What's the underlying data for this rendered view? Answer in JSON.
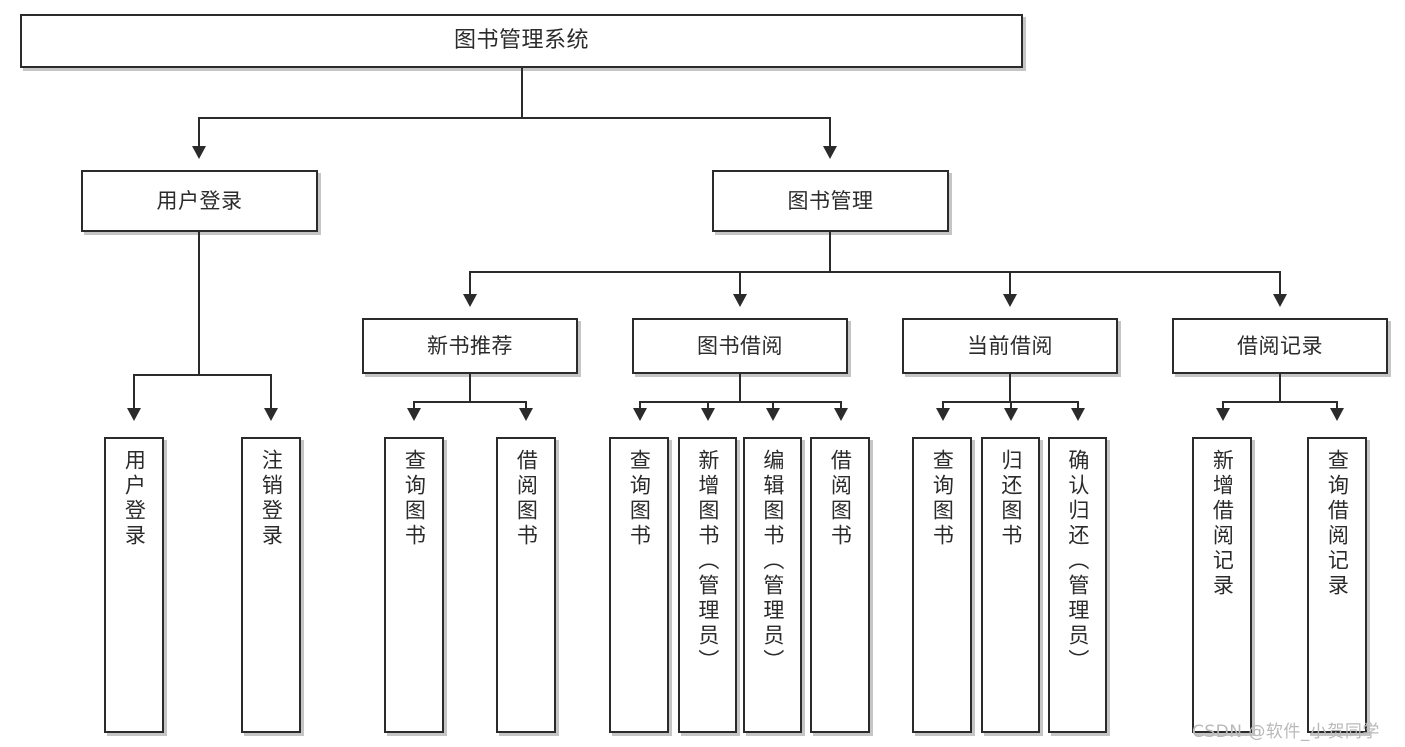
{
  "diagram": {
    "title": "图书管理系统",
    "type": "hierarchy-tree",
    "root": {
      "label": "图书管理系统"
    },
    "level2": [
      {
        "label": "用户登录"
      },
      {
        "label": "图书管理"
      }
    ],
    "level3": [
      {
        "label": "新书推荐"
      },
      {
        "label": "图书借阅"
      },
      {
        "label": "当前借阅"
      },
      {
        "label": "借阅记录"
      }
    ],
    "leaves": {
      "user_login": [
        {
          "label": "用户登录"
        },
        {
          "label": "注销登录"
        }
      ],
      "new_book_recommend": [
        {
          "label": "查询图书"
        },
        {
          "label": "借阅图书"
        }
      ],
      "book_borrow": [
        {
          "label": "查询图书"
        },
        {
          "label": "新增图书（管理员）"
        },
        {
          "label": "编辑图书（管理员）"
        },
        {
          "label": "借阅图书"
        }
      ],
      "current_borrow": [
        {
          "label": "查询图书"
        },
        {
          "label": "归还图书"
        },
        {
          "label": "确认归还（管理员）"
        }
      ],
      "borrow_record": [
        {
          "label": "新增借阅记录"
        },
        {
          "label": "查询借阅记录"
        }
      ]
    }
  },
  "watermark": {
    "text": "CSDN @软件_小贺同学"
  },
  "colors": {
    "stroke": "#2b2b2b",
    "fill": "#ffffff",
    "shadow": "#969696",
    "watermark": "#b9b9b9"
  }
}
